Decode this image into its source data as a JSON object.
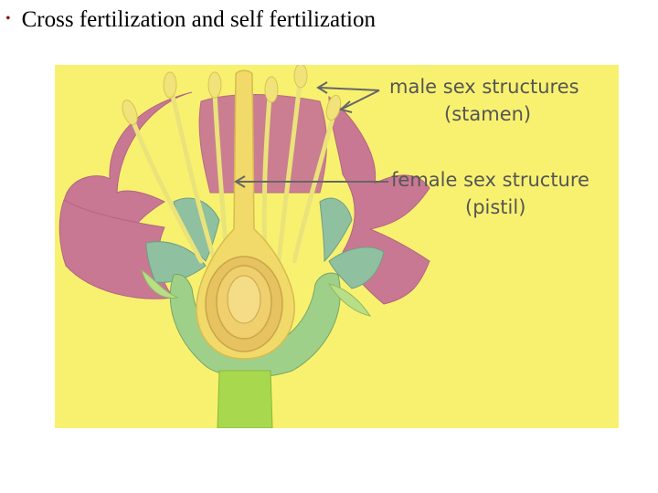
{
  "slide": {
    "bullet": "•",
    "title": "Cross fertilization and self fertilization"
  },
  "diagram": {
    "labels": {
      "stamen_line1": "male sex structures",
      "stamen_line2": "(stamen)",
      "pistil_line1": "female sex structure",
      "pistil_line2": "(pistil)"
    },
    "colors": {
      "background": "#f8f170",
      "petal": "#c97893",
      "sepal": "#8fc0a0",
      "pistil": "#f1d96a",
      "stamen": "#eae37a",
      "stem": "#a8d84e",
      "ovary": "#e6c260",
      "arrow": "#666666"
    }
  }
}
